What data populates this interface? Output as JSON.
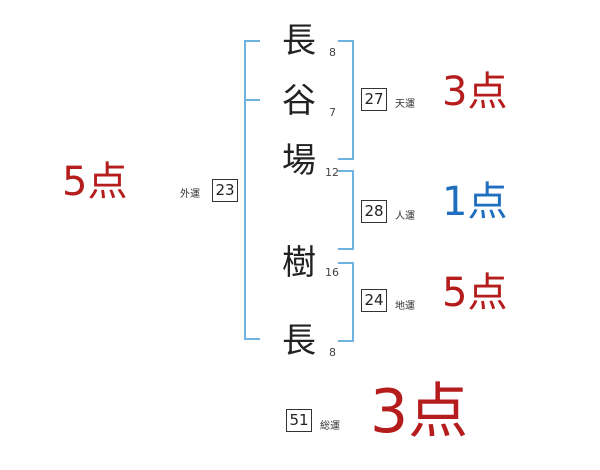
{
  "colors": {
    "red": "#b51d1d",
    "blue": "#1f6fbf",
    "bracket": "#6fb2de"
  },
  "characters": [
    {
      "char": "長",
      "strokes": "8"
    },
    {
      "char": "谷",
      "strokes": "7"
    },
    {
      "char": "場",
      "strokes": "12"
    },
    {
      "char": "樹",
      "strokes": "16"
    },
    {
      "char": "長",
      "strokes": "8"
    }
  ],
  "gaiun": {
    "value": "23",
    "label": "外運",
    "score": "5点"
  },
  "tenun": {
    "value": "27",
    "label": "天運",
    "score": "3点"
  },
  "jinun": {
    "value": "28",
    "label": "人運",
    "score": "1点"
  },
  "chiun": {
    "value": "24",
    "label": "地運",
    "score": "5点"
  },
  "souun": {
    "value": "51",
    "label": "総運",
    "score": "3点"
  }
}
